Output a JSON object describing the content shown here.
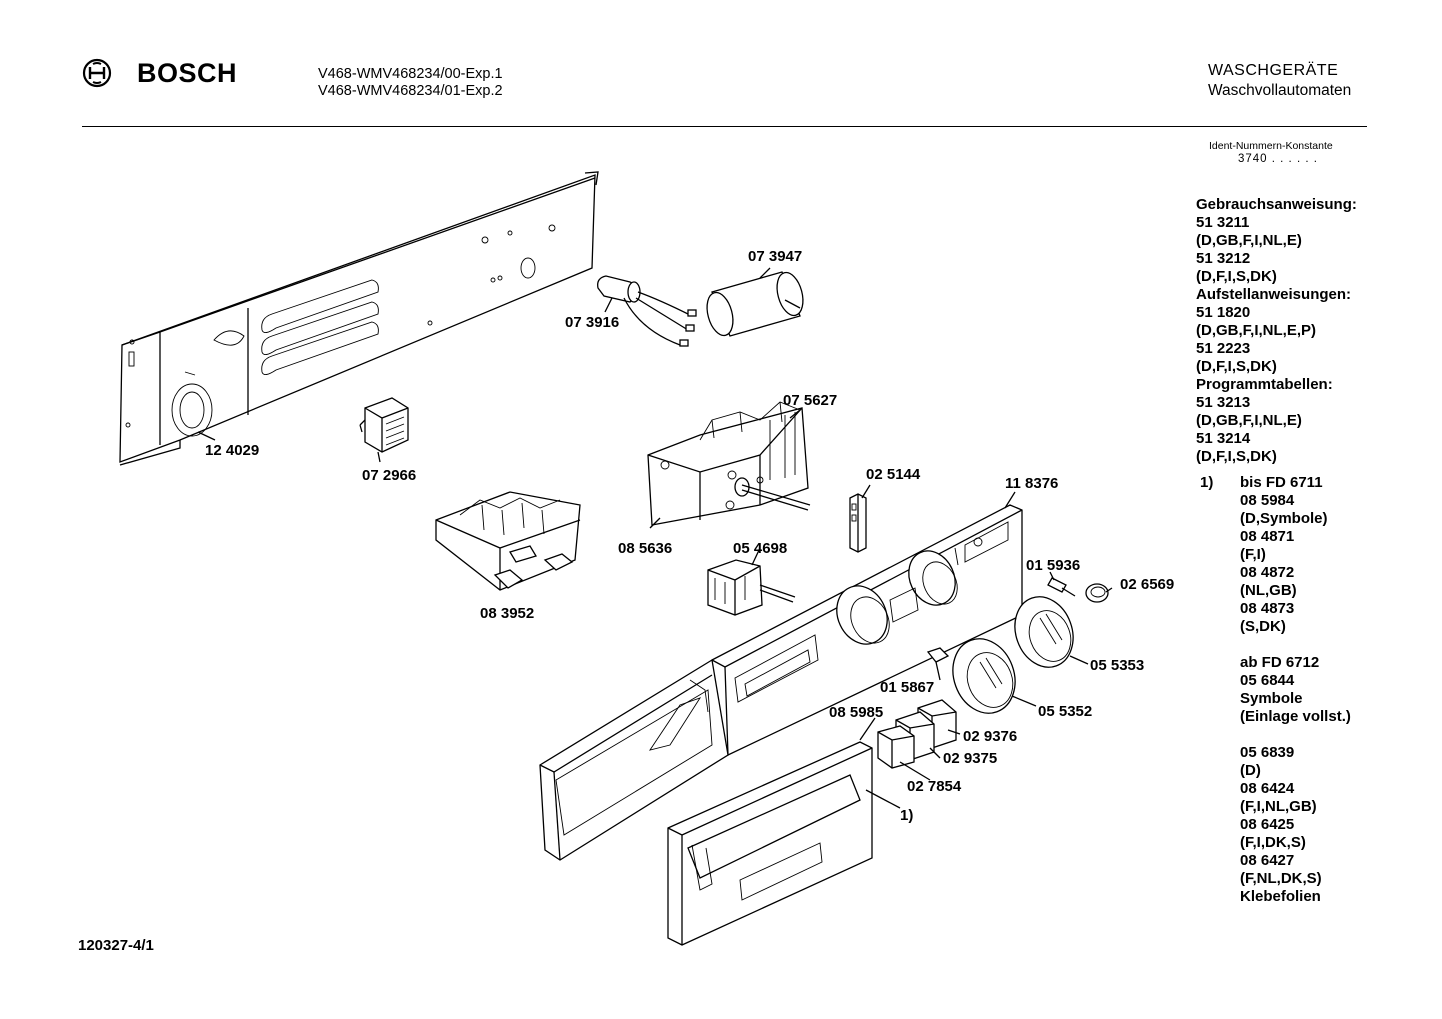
{
  "header": {
    "brand": "BOSCH",
    "logo_icon": "bosch-armature-icon",
    "model_line_1": "V468-WMV468234/00-Exp.1",
    "model_line_2": "V468-WMV468234/01-Exp.2",
    "category": "WASCHGERÄTE",
    "subcategory": "Waschvollautomaten"
  },
  "ident": {
    "label": "Ident-Nummern-Konstante",
    "value": "3740  . .   . . . ."
  },
  "documents": [
    "Gebrauchsanweisung:",
    "51 3211",
    "(D,GB,F,I,NL,E)",
    "51 3212",
    "(D,F,I,S,DK)",
    "Aufstellanweisungen:",
    "51 1820",
    "(D,GB,F,I,NL,E,P)",
    "51 2223",
    "(D,F,I,S,DK)",
    "Programmtabellen:",
    "51 3213",
    "(D,GB,F,I,NL,E)",
    "51 3214",
    "(D,F,I,S,DK)"
  ],
  "notes": {
    "marker": "1)",
    "group_a": [
      "bis FD 6711",
      "08 5984",
      "(D,Symbole)",
      "08 4871",
      "(F,I)",
      "08 4872",
      "(NL,GB)",
      "08 4873",
      "(S,DK)"
    ],
    "group_b": [
      "ab FD 6712",
      "05 6844",
      "Symbole",
      "(Einlage vollst.)"
    ],
    "group_c": [
      "05 6839",
      "(D)",
      "08 6424",
      "(F,I,NL,GB)",
      "08 6425",
      "(F,I,DK,S)",
      "08 6427",
      "(F,NL,DK,S)",
      "Klebefolien"
    ]
  },
  "parts": {
    "p124029": "12 4029",
    "p072966": "07 2966",
    "p073916": "07 3916",
    "p073947": "07 3947",
    "p075627": "07 5627",
    "p083952": "08 3952",
    "p085636": "08 5636",
    "p025144": "02 5144",
    "p054698": "05 4698",
    "p118376": "11 8376",
    "p015936": "01 5936",
    "p026569": "02 6569",
    "p055353": "05 5353",
    "p015867": "01 5867",
    "p055352": "05 5352",
    "p085985": "08 5985",
    "p029376": "02 9376",
    "p029375": "02 9375",
    "p027854": "02 7854",
    "pnote1": "1)"
  },
  "footer": {
    "drawing_number": "120327-4/1"
  }
}
